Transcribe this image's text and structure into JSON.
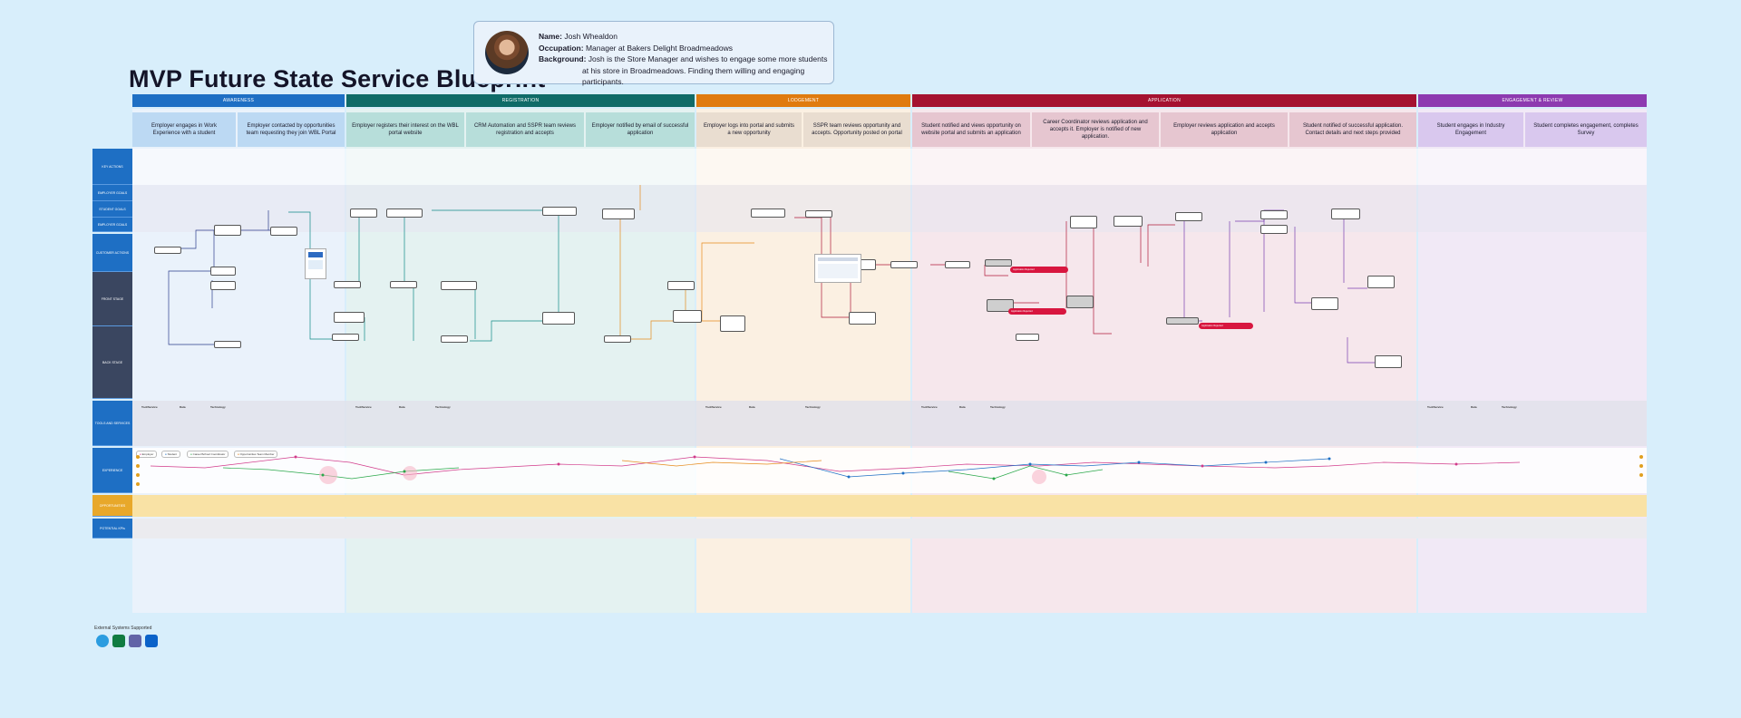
{
  "title": "MVP Future State Service Blueprint",
  "persona": {
    "name_label": "Name:",
    "name": "Josh Whealdon",
    "occupation_label": "Occupation:",
    "occupation": "Manager at Bakers Delight Broadmeadows",
    "background_label": "Background:",
    "background_line1": "Josh is the Store Manager and wishes to engage some more students",
    "background_line2": "at his store in Broadmeadows. Finding them willing and engaging participants."
  },
  "phases": [
    {
      "label": "AWARENESS",
      "color": "#1e6fc4"
    },
    {
      "label": "REGISTRATION",
      "color": "#0f6b68"
    },
    {
      "label": "LODGEMENT",
      "color": "#e07b0f"
    },
    {
      "label": "APPLICATION",
      "color": "#a51230"
    },
    {
      "label": "ENGAGEMENT & REVIEW",
      "color": "#8d3ab0"
    }
  ],
  "stages": [
    "Employer engages in Work Experience with a student",
    "Employer contacted by opportunities team requesting they join WBL Portal",
    "Employer registers their interest on the WBL portal website",
    "CRM Automation and SSPR team reviews registration and accepts",
    "Employer notified by email of successful application",
    "Employer logs into portal and submits a new opportunity",
    "SSPR team reviews opportunity and accepts. Opportunity posted on portal",
    "Student notified and views opportunity on website portal and submits an application",
    "Career Coordinator reviews application and accepts it. Employer is notified of new application.",
    "Employer reviews application and accepts application",
    "Student notified of successful application. Contact details and next steps provided",
    "Student engages in Industry Engagement",
    "Student completes engagement, completes Survey"
  ],
  "rows": [
    "KEY ACTIONS",
    "EMPLOYER GOALS",
    "STUDENT GOALS",
    "EMPLOYER GOALS",
    "CUSTOMER ACTIONS",
    "FRONT STAGE",
    "BACK STAGE",
    "TOOLS AND SERVICES",
    "EXPERIENCE",
    "OPPORTUNITIES",
    "POTENTIAL KPIs"
  ],
  "tools": {
    "tool_service": "Tool/Service",
    "data": "Data",
    "technology": "Technology"
  },
  "experience_legend": [
    {
      "label": "Employer",
      "color": "#d13a8a"
    },
    {
      "label": "Student",
      "color": "#1e6fc4"
    },
    {
      "label": "Career/School Coordinator",
      "color": "#2aa84a"
    },
    {
      "label": "Opportunities Team Member",
      "color": "#e07b0f"
    }
  ],
  "pills": [
    "Application Rejected",
    "Application Rejected",
    "Application Rejected"
  ],
  "footer": {
    "supported_label": "External Systems Supported"
  }
}
